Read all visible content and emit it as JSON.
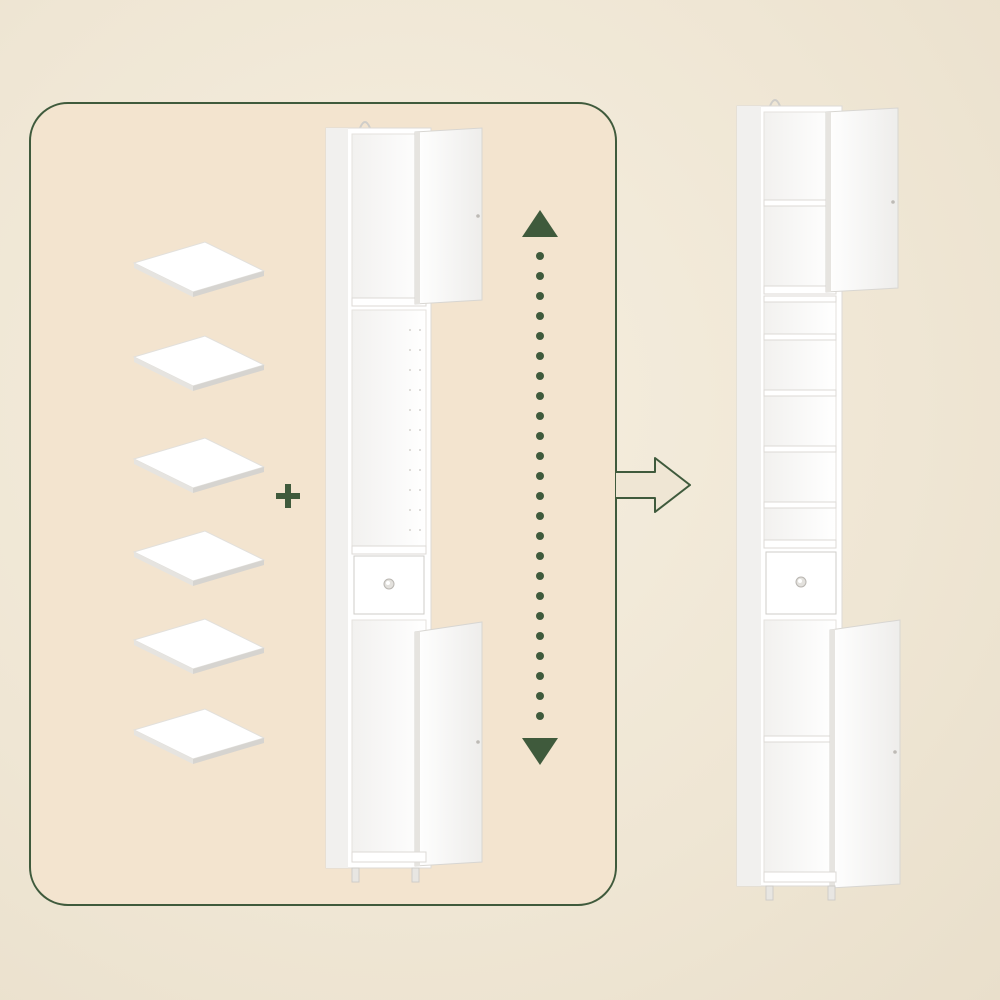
{
  "colors": {
    "background": "#efe6d4",
    "panel_fill": "#f3e4cf",
    "panel_border": "#3f5a3c",
    "accent_green": "#3f5a3c",
    "furniture_white": "#ffffff",
    "furniture_shadow": "#d9d6d2"
  },
  "illustration": {
    "loose_shelf_count": 6,
    "left_cabinet_fixed_shelves": 0,
    "right_cabinet_upper_shelves": 1,
    "right_cabinet_middle_shelves": 5,
    "right_cabinet_lower_shelves": 1,
    "icons": [
      "plus-icon",
      "double-arrow-vertical-icon",
      "outline-arrow-right-icon",
      "drawer-knob-icon"
    ]
  }
}
